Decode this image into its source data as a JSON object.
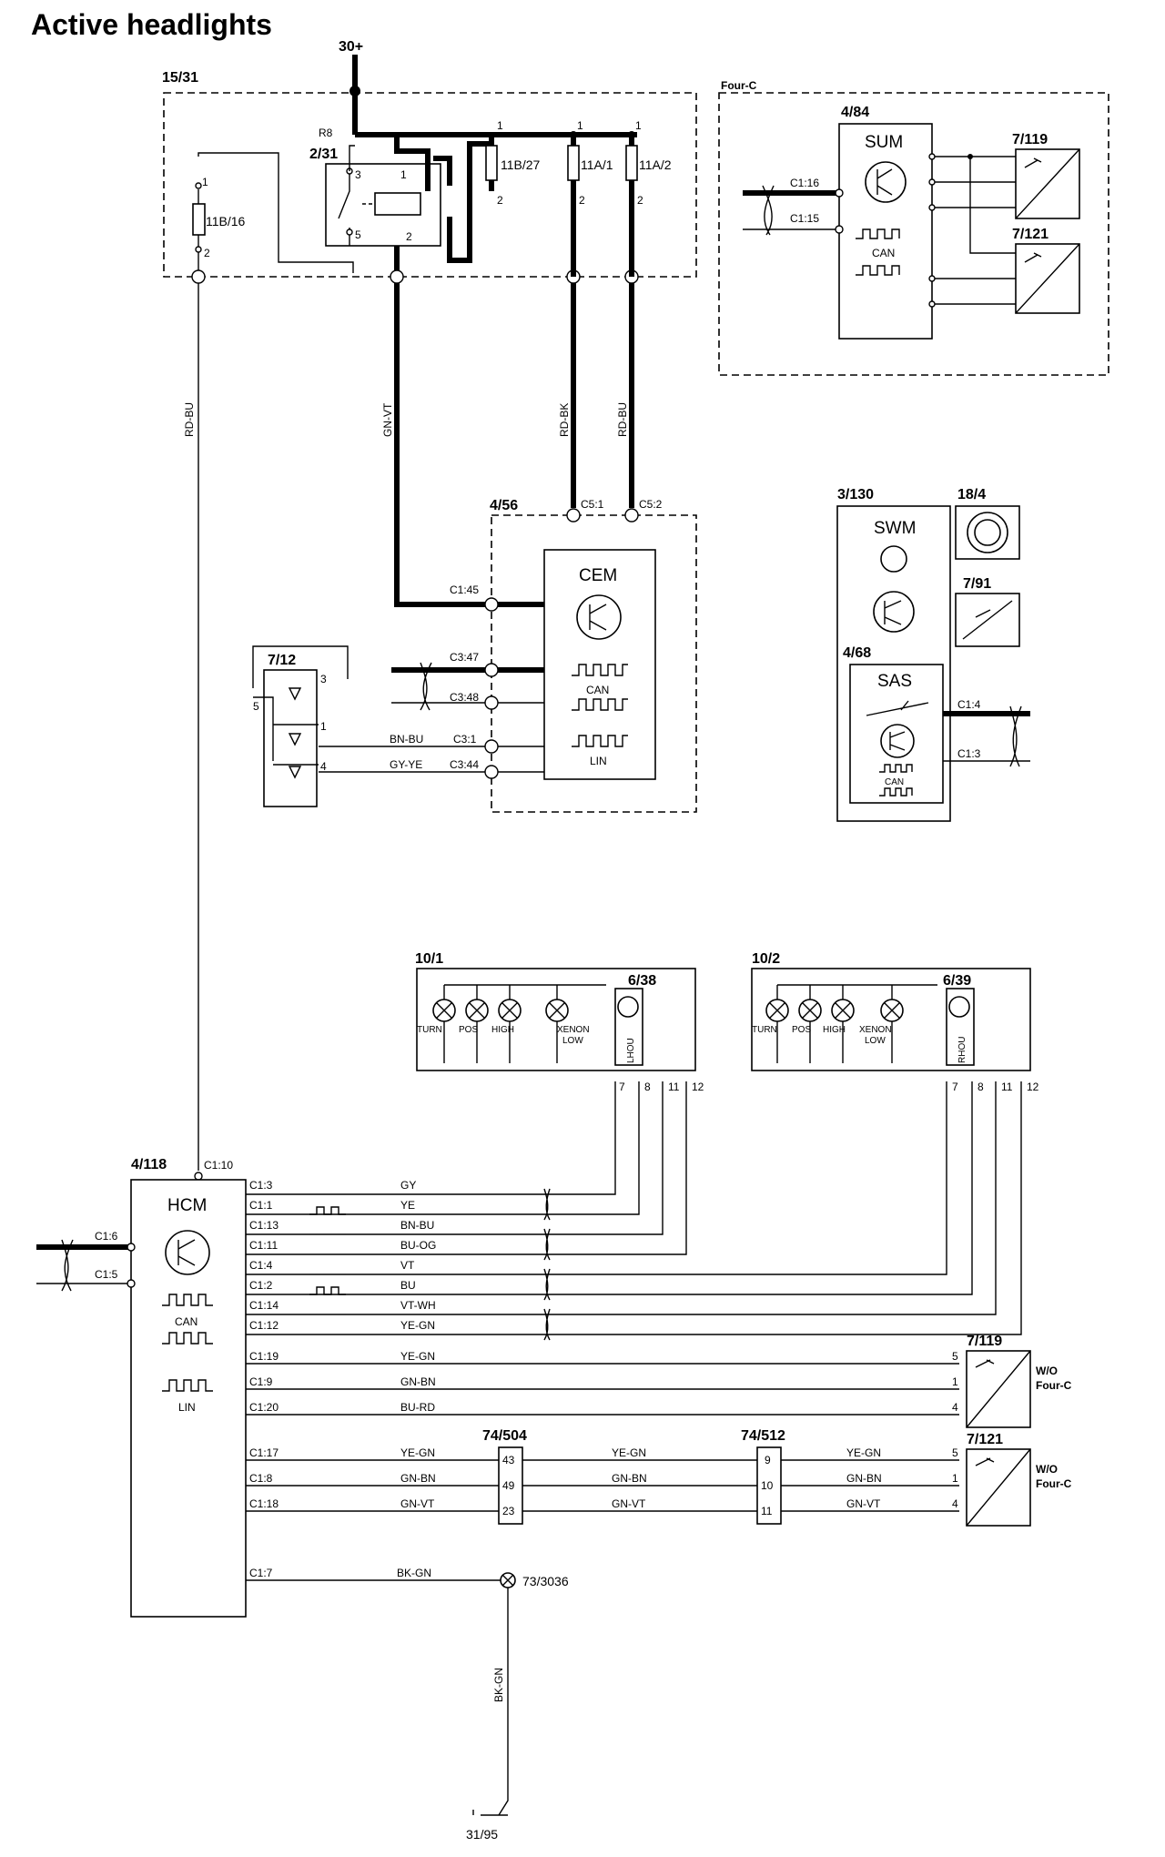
{
  "title": "Active headlights",
  "supply": "30+",
  "boxes": {
    "relay_box": "15/31",
    "relay": "2/31",
    "relay_prefix": "R8",
    "fuse_b16": "11B/16",
    "fuse_b27": "11B/27",
    "fuse_a1": "11A/1",
    "fuse_a2": "11A/2",
    "fourc": "Four-C",
    "sum_id": "4/84",
    "sum": "SUM",
    "sens119": "7/119",
    "sens121": "7/121",
    "cem_id": "4/56",
    "cem": "CEM",
    "swm_id": "3/130",
    "swm": "SWM",
    "id18": "18/4",
    "id791": "7/91",
    "sas_id": "4/68",
    "sas": "SAS",
    "sw712": "7/12",
    "hl_left": "10/1",
    "hl_right": "10/2",
    "m_left": "6/38",
    "m_right": "6/39",
    "hcm_id": "4/118",
    "hcm": "HCM",
    "conn504": "74/504",
    "conn512": "74/512",
    "ground": "73/3036",
    "ground2": "31/95",
    "wo": "W/O",
    "wo2": "Four-C"
  },
  "bus": {
    "can": "CAN",
    "lin": "LIN"
  },
  "lamps": [
    "TURN",
    "POS",
    "HIGH",
    "XENON",
    "LOW"
  ],
  "lhou": "LHOU",
  "rhou": "RHOU",
  "pins": {
    "p1": "1",
    "p2": "2",
    "p3": "3",
    "p4": "4",
    "p5": "5",
    "p7": "7",
    "p8": "8",
    "p11": "11",
    "p12": "12",
    "p9": "9",
    "p10": "10",
    "p23": "23",
    "p43": "43",
    "p49": "49"
  },
  "wires": {
    "rd_bu": "RD-BU",
    "gn_vt": "GN-VT",
    "rd_bk": "RD-BK",
    "bn_bu": "BN-BU",
    "gy_ye": "GY-YE",
    "gy": "GY",
    "ye": "YE",
    "bu_og": "BU-OG",
    "vt": "VT",
    "bu": "BU",
    "vt_wh": "VT-WH",
    "ye_gn": "YE-GN",
    "gn_bn": "GN-BN",
    "bu_rd": "BU-RD",
    "bk_gn": "BK-GN"
  },
  "connectors": {
    "c116": "C1:16",
    "c115": "C1:15",
    "c51": "C5:1",
    "c52": "C5:2",
    "c145": "C1:45",
    "c347": "C3:47",
    "c348": "C3:48",
    "c31": "C3:1",
    "c344": "C3:44",
    "c14": "C1:4",
    "c13": "C1:3",
    "c110": "C1:10",
    "c16": "C1:6",
    "c15": "C1:5",
    "c1_3": "C1:3",
    "c1_1": "C1:1",
    "c1_13": "C1:13",
    "c1_11": "C1:11",
    "c1_4": "C1:4",
    "c1_2": "C1:2",
    "c1_14": "C1:14",
    "c1_12": "C1:12",
    "c1_19": "C1:19",
    "c1_9": "C1:9",
    "c1_20": "C1:20",
    "c1_17": "C1:17",
    "c1_8": "C1:8",
    "c1_18": "C1:18",
    "c1_7": "C1:7"
  }
}
